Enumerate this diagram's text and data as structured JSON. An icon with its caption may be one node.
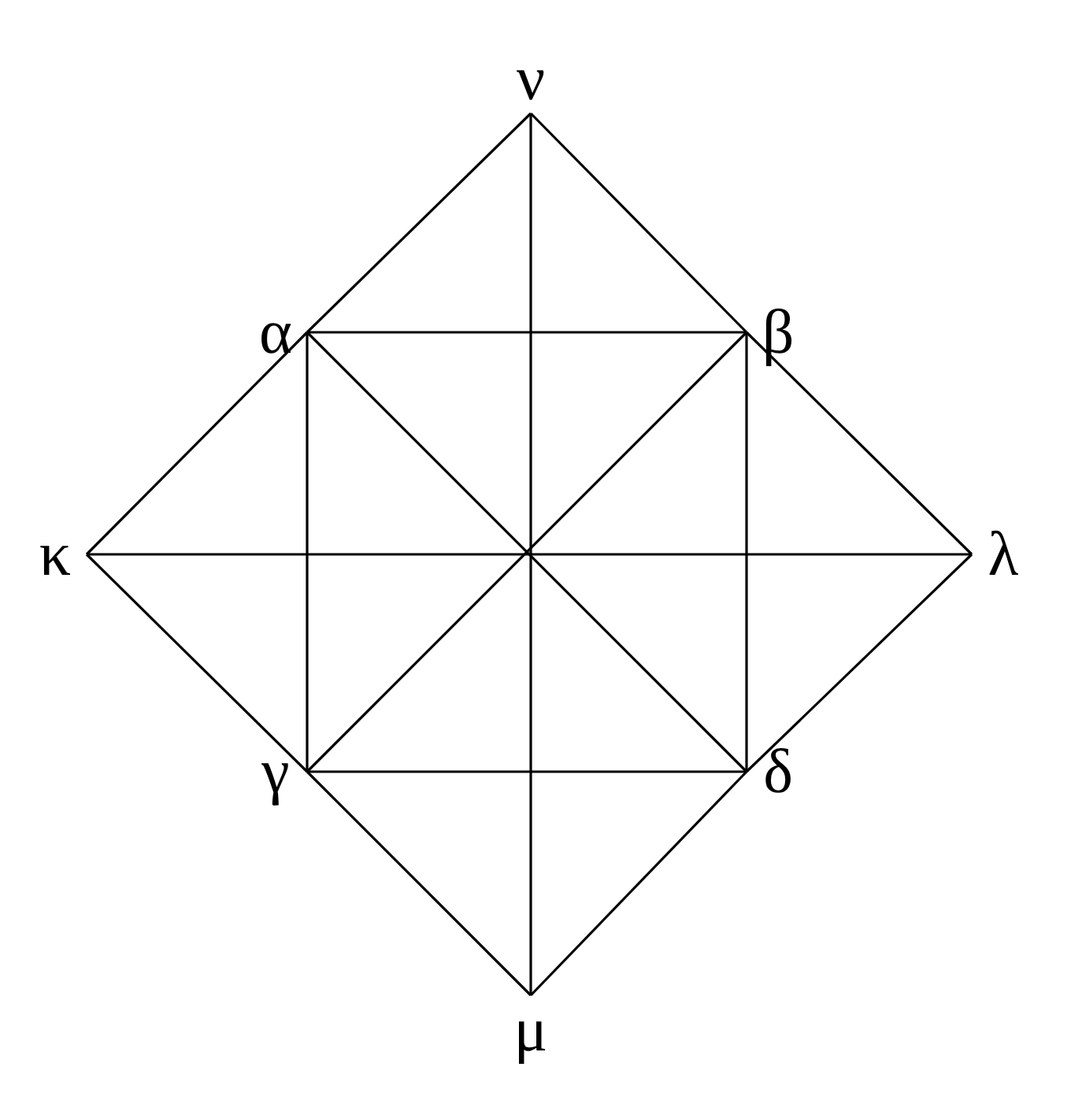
{
  "diagram": {
    "nodes": [
      {
        "text": [
          "ν"
        ]
      },
      {
        "text": [
          "α"
        ]
      },
      {
        "text": [
          "β"
        ]
      },
      {
        "text": [
          "κ"
        ]
      },
      {
        "text": [
          "λ"
        ]
      },
      {
        "text": [
          "γ"
        ]
      },
      {
        "text": [
          "δ"
        ]
      },
      {
        "text": [
          "μ"
        ]
      }
    ],
    "edges": [
      {
        "from": 0,
        "to": 1,
        "arrow": "none"
      },
      {
        "from": 1,
        "to": 3,
        "arrow": "none"
      },
      {
        "from": 0,
        "to": 2,
        "arrow": "none"
      },
      {
        "from": 2,
        "to": 4,
        "arrow": "none"
      },
      {
        "from": 3,
        "to": 5,
        "arrow": "none"
      },
      {
        "from": 5,
        "to": 7,
        "arrow": "none"
      },
      {
        "from": 4,
        "to": 6,
        "arrow": "none"
      },
      {
        "from": 6,
        "to": 7,
        "arrow": "none"
      },
      {
        "from": 1,
        "to": 2,
        "arrow": "none"
      },
      {
        "from": 5,
        "to": 6,
        "arrow": "none"
      },
      {
        "from": 1,
        "to": 5,
        "arrow": "none"
      },
      {
        "from": 2,
        "to": 6,
        "arrow": "none"
      },
      {
        "from": 1,
        "to": 6,
        "arrow": "none"
      },
      {
        "from": 2,
        "to": 5,
        "arrow": "none"
      },
      {
        "from": 3,
        "to": 4,
        "arrow": "none"
      },
      {
        "from": 0,
        "to": 7,
        "arrow": "none"
      }
    ]
  }
}
